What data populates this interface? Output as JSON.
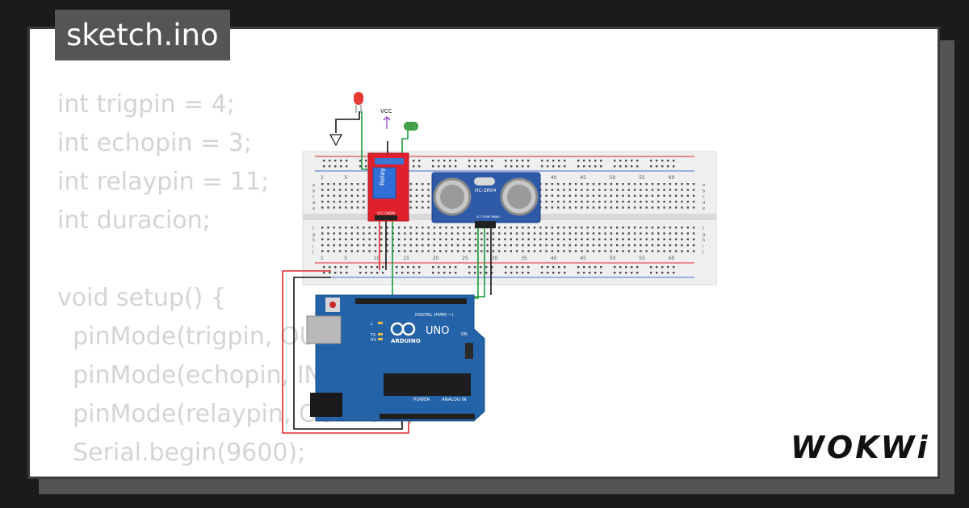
{
  "title_tab": "sketch.ino",
  "code_lines": [
    "int trigpin = 4;",
    "int echopin = 3;",
    "int relaypin = 11;",
    "int duracion;",
    "",
    "void setup() {",
    "  pinMode(trigpin, OUTPUT);",
    "  pinMode(echopin, INPUT);",
    "  pinMode(relaypin, OUTPUT);",
    "  Serial.begin(9600);"
  ],
  "logo": "WOKWi",
  "circuit": {
    "vcc_label": "VCC",
    "relay_label": "Relay",
    "relay_pins": [
      "VCC",
      "GND",
      "IN"
    ],
    "sensor_label": "HC-SR04",
    "sensor_pins": [
      "VCC",
      "TRIG",
      "ECHO",
      "GND"
    ],
    "arduino_brand": "ARDUINO",
    "arduino_model": "UNO",
    "arduino_on_label": "ON",
    "arduino_digital_label": "DIGITAL (PWM ~)",
    "arduino_analog_label": "ANALOG IN",
    "arduino_power_label": "POWER",
    "arduino_leds": [
      "L",
      "TX",
      "RX"
    ],
    "breadboard_columns": [
      "1",
      "5",
      "10",
      "15",
      "20",
      "25",
      "30",
      "35",
      "40",
      "45",
      "50",
      "55",
      "60"
    ],
    "breadboard_rows_top": [
      "a",
      "b",
      "c",
      "d",
      "e"
    ],
    "breadboard_rows_bottom": [
      "f",
      "g",
      "h",
      "i",
      "j"
    ],
    "colors": {
      "led_red": "#e53935",
      "led_green": "#43a047",
      "relay_board": "#e0202a",
      "sensor_board": "#2e5aa8",
      "arduino_board": "#2563a8",
      "wire_red": "#e3262b",
      "wire_black": "#111111",
      "wire_green": "#1a9a3a"
    }
  }
}
